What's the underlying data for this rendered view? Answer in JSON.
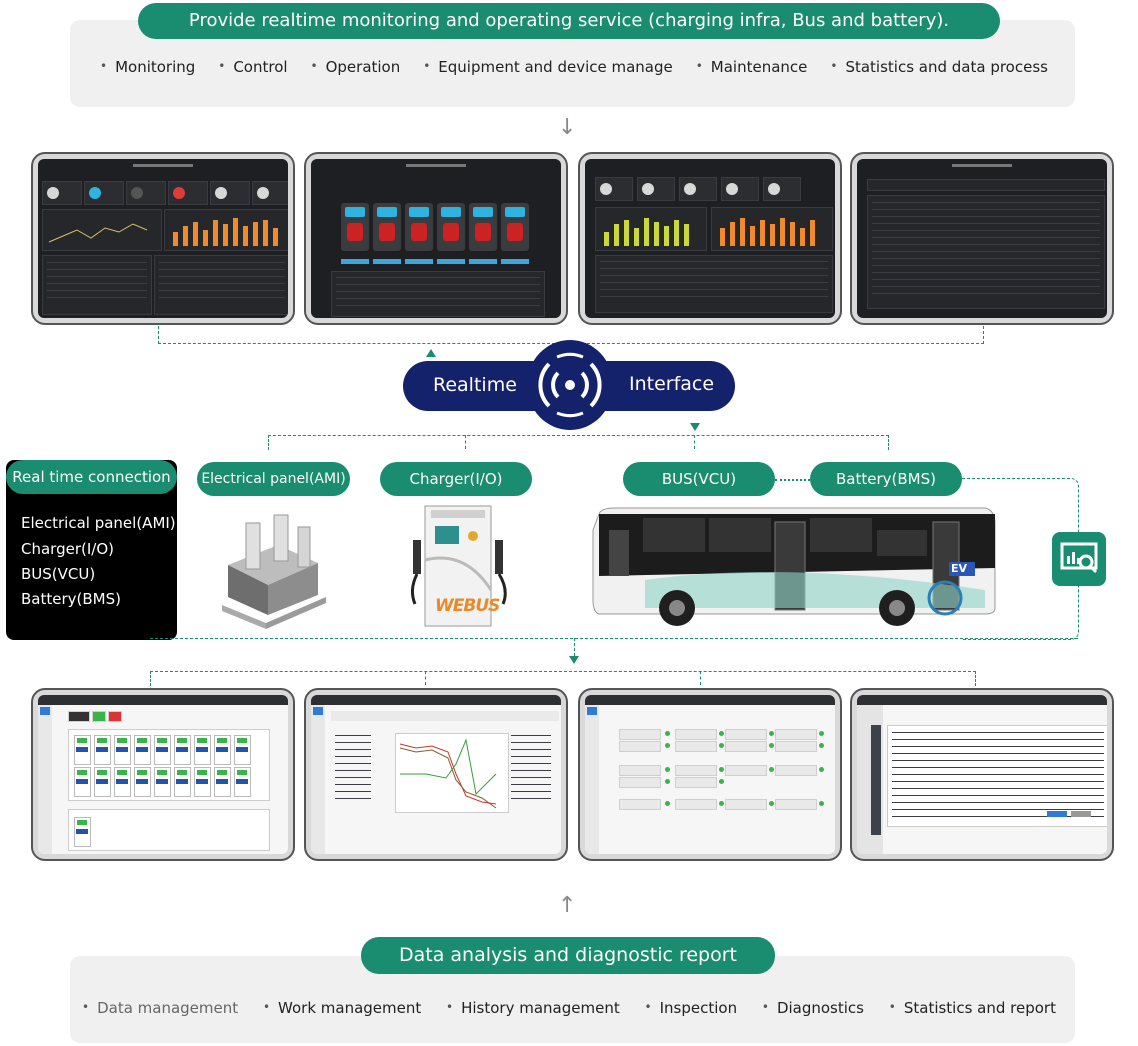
{
  "top": {
    "title": "Provide realtime monitoring and operating service (charging infra, Bus and battery).",
    "items": [
      "Monitoring",
      "Control",
      "Operation",
      "Equipment and device manage",
      "Maintenance",
      "Statistics and data process"
    ]
  },
  "center": {
    "left_label": "Realtime",
    "right_label": "Interface",
    "icon": "wireless-signal-icon"
  },
  "connection_box": {
    "title": "Real time connection",
    "items": [
      "Electrical panel(AMI)",
      "Charger(I/O)",
      "BUS(VCU)",
      "Battery(BMS)"
    ]
  },
  "devices": {
    "panel": "Electrical panel(AMI)",
    "charger": "Charger(I/O)",
    "bus": "BUS(VCU)",
    "battery": "Battery(BMS)",
    "charger_brand": "WEBUS",
    "bus_badge": "EV"
  },
  "bottom": {
    "title": "Data analysis and diagnostic report",
    "items": [
      "Data management",
      "Work management",
      "History management",
      "Inspection",
      "Diagnostics",
      "Statistics and report"
    ]
  },
  "colors": {
    "accent": "#1a8c70",
    "navy": "#14216b",
    "orange": "#f08a2a"
  }
}
